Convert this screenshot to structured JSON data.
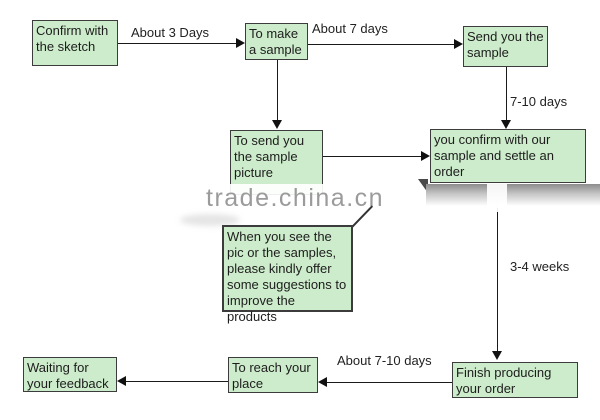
{
  "diagram": {
    "watermark": "trade.china.cn",
    "nodes": {
      "confirm_sketch": "Confirm with the sketch",
      "make_sample": "To make a sample",
      "send_sample": "Send you the sample",
      "send_picture": "To send you the sample picture",
      "confirm_order": "you confirm with our sample and settle an order",
      "suggestions_note": "When you see the pic or the samples, please kindly offer some suggestions to improve the products",
      "finish_producing": "Finish producing your order",
      "reach_place": "To reach your place",
      "waiting_feedback": "Waiting for your feedback"
    },
    "edge_labels": {
      "sketch_to_sample": "About 3 Days",
      "sample_to_send": "About 7 days",
      "send_to_confirm": "7-10 days",
      "confirm_to_finish": "3-4 weeks",
      "finish_to_reach": "About 7-10 days"
    },
    "colors": {
      "node_fill": "#cdeccb",
      "node_border": "#3c3c3c",
      "line": "#1a1a1a",
      "watermark_text": "#969696"
    }
  }
}
